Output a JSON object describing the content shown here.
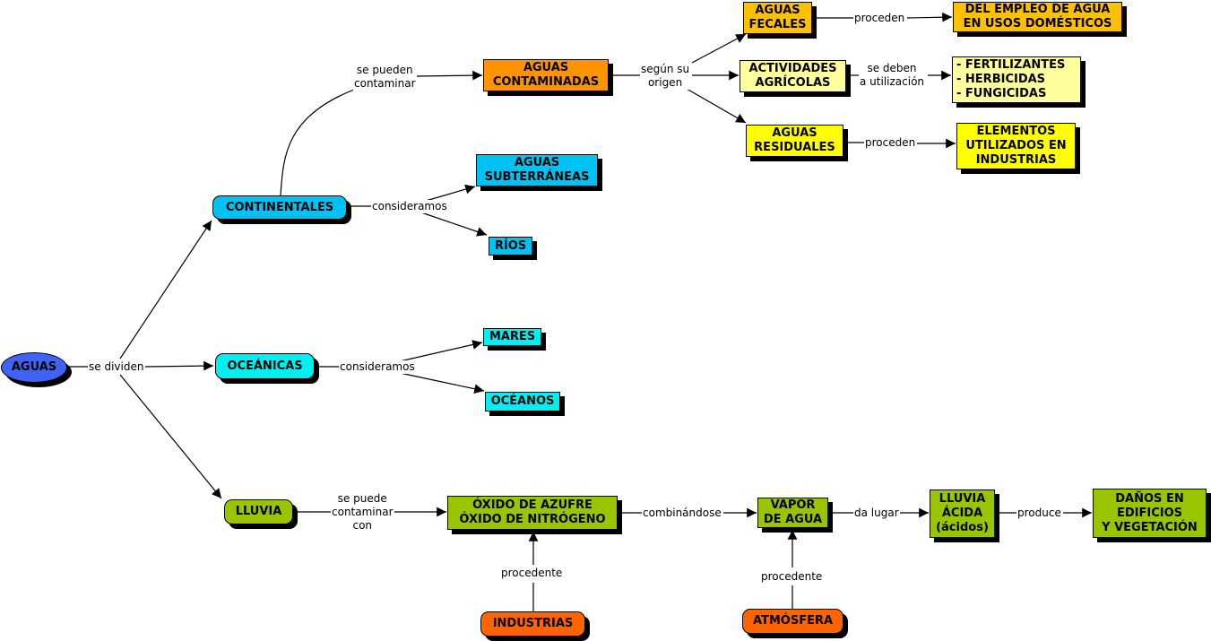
{
  "colors": {
    "root": "#3f63f5",
    "continental": "#00c2f2",
    "oceanic": "#00f0f2",
    "rain": "#99c400",
    "contaminated": "#ff9300",
    "fecal": "#ffc000",
    "domestic": "#ffc000",
    "agricultural": "#ffff9e",
    "residual": "#ffff00",
    "source": "#ff6400"
  },
  "nodes": {
    "aguas": "AGUAS",
    "continentales": "CONTINENTALES",
    "oceanicas": "OCEÁNICAS",
    "lluvia": "LLUVIA",
    "aguas_contaminadas": "AGUAS\nCONTAMINADAS",
    "aguas_subterraneas": "AGUAS\nSUBTERRÁNEAS",
    "rios": "RÍOS",
    "mares": "MARES",
    "oceanos": "OCÉANOS",
    "aguas_fecales": "AGUAS\nFECALES",
    "actividades_agricolas": "ACTIVIDADES\nAGRÍCOLAS",
    "aguas_residuales": "AGUAS\nRESIDUALES",
    "uso_domestico": "DEL EMPLEO DE AGUA\nEN USOS DOMÉSTICOS",
    "agroquimicos": "- FERTILIZANTES\n- HERBICIDAS\n- FUNGICIDAS",
    "elementos_industrias": "ELEMENTOS\nUTILIZADOS EN\nINDUSTRIAS",
    "oxidos": "ÓXIDO DE AZUFRE\nÓXIDO DE NITRÓGENO",
    "vapor_agua": "VAPOR\nDE AGUA",
    "lluvia_acida": "LLUVIA\nÁCIDA\n(ácidos)",
    "danos": "DAÑOS EN\nEDIFICIOS\nY VEGETACIÓN",
    "industrias": "INDUSTRIAS",
    "atmosfera": "ATMÓSFERA"
  },
  "links": {
    "se_dividen": "se dividen",
    "se_pueden_contaminar": "se pueden\ncontaminar",
    "consideramos_cont": "consideramos",
    "consideramos_oce": "consideramos",
    "segun_su_origen": "según su\norigen",
    "proceden_fecales": "proceden",
    "se_deben": "se deben\na utilización",
    "proceden_residuales": "proceden",
    "se_puede_contaminar_con": "se puede\ncontaminar\ncon",
    "combinandose": "combinándose",
    "da_lugar": "da lugar",
    "produce": "produce",
    "procedente_industrias": "procedente",
    "procedente_atmosfera": "procedente"
  }
}
